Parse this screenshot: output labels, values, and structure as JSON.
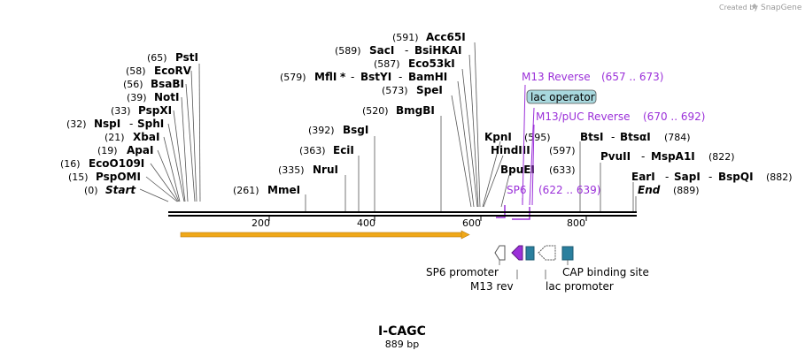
{
  "header": {
    "credit_prefix": "Created by",
    "credit_brand": "SnapGene"
  },
  "sites": [
    {
      "pos": "(0)",
      "name": "Start",
      "italic": true
    },
    {
      "pos": "(15)",
      "name": "PspOMI"
    },
    {
      "pos": "(16)",
      "name": "EcoO109I"
    },
    {
      "pos": "(19)",
      "name": "ApaI"
    },
    {
      "pos": "(21)",
      "name": "XbaI"
    },
    {
      "pos": "(32)",
      "name": "NspI",
      "name2": "SphI"
    },
    {
      "pos": "(33)",
      "name": "PspXI"
    },
    {
      "pos": "(39)",
      "name": "NotI"
    },
    {
      "pos": "(56)",
      "name": "BsaBI"
    },
    {
      "pos": "(58)",
      "name": "EcoRV"
    },
    {
      "pos": "(65)",
      "name": "PstI"
    },
    {
      "pos": "(261)",
      "name": "MmeI"
    },
    {
      "pos": "(335)",
      "name": "NruI"
    },
    {
      "pos": "(363)",
      "name": "EciI"
    },
    {
      "pos": "(392)",
      "name": "BsgI"
    },
    {
      "pos": "(520)",
      "name": "BmgBI"
    },
    {
      "pos": "(573)",
      "name": "SpeI"
    },
    {
      "pos": "(579)",
      "name": "MflI",
      "star": "*",
      "name2": "BstYI",
      "name3": "BamHI"
    },
    {
      "pos": "(587)",
      "name": "Eco53kI"
    },
    {
      "pos": "(589)",
      "name": "SacI",
      "name2": "BsiHKAI"
    },
    {
      "pos": "(591)",
      "name": "Acc65I"
    },
    {
      "name": "KpnI",
      "pos": "(595)"
    },
    {
      "name": "HindIII",
      "pos": "(597)"
    },
    {
      "name": "BpuEI",
      "pos": "(633)"
    },
    {
      "name": "BtsI",
      "name2": "BtsαI",
      "pos": "(784)"
    },
    {
      "name": "PvuII",
      "name2": "MspA1I",
      "pos": "(822)"
    },
    {
      "name": "EarI",
      "name2": "SapI",
      "name3": "BspQI",
      "pos": "(882)"
    },
    {
      "name": "End",
      "pos": "(889)",
      "italic": true
    }
  ],
  "primers": [
    {
      "name": "M13 Reverse",
      "range": "(657 .. 673)"
    },
    {
      "name": "M13/pUC Reverse",
      "range": "(670 .. 692)"
    },
    {
      "name": "SP6",
      "range": "(622 .. 639)"
    }
  ],
  "features": {
    "lac_operator": "lac operator",
    "sp6_promoter": "SP6 promoter",
    "m13_rev": "M13 rev",
    "lac_promoter": "lac promoter",
    "cap_binding_site": "CAP binding site"
  },
  "axis": {
    "ticks": [
      "200",
      "400",
      "600",
      "800"
    ]
  },
  "sequence": {
    "name": "I-CAGC",
    "length": "889 bp"
  },
  "colors": {
    "orf_arrow": "#f0a818",
    "feature_teal": "#2a7f9e",
    "primer_purple": "#9b30d9",
    "operator_fill": "#a8d8de"
  }
}
